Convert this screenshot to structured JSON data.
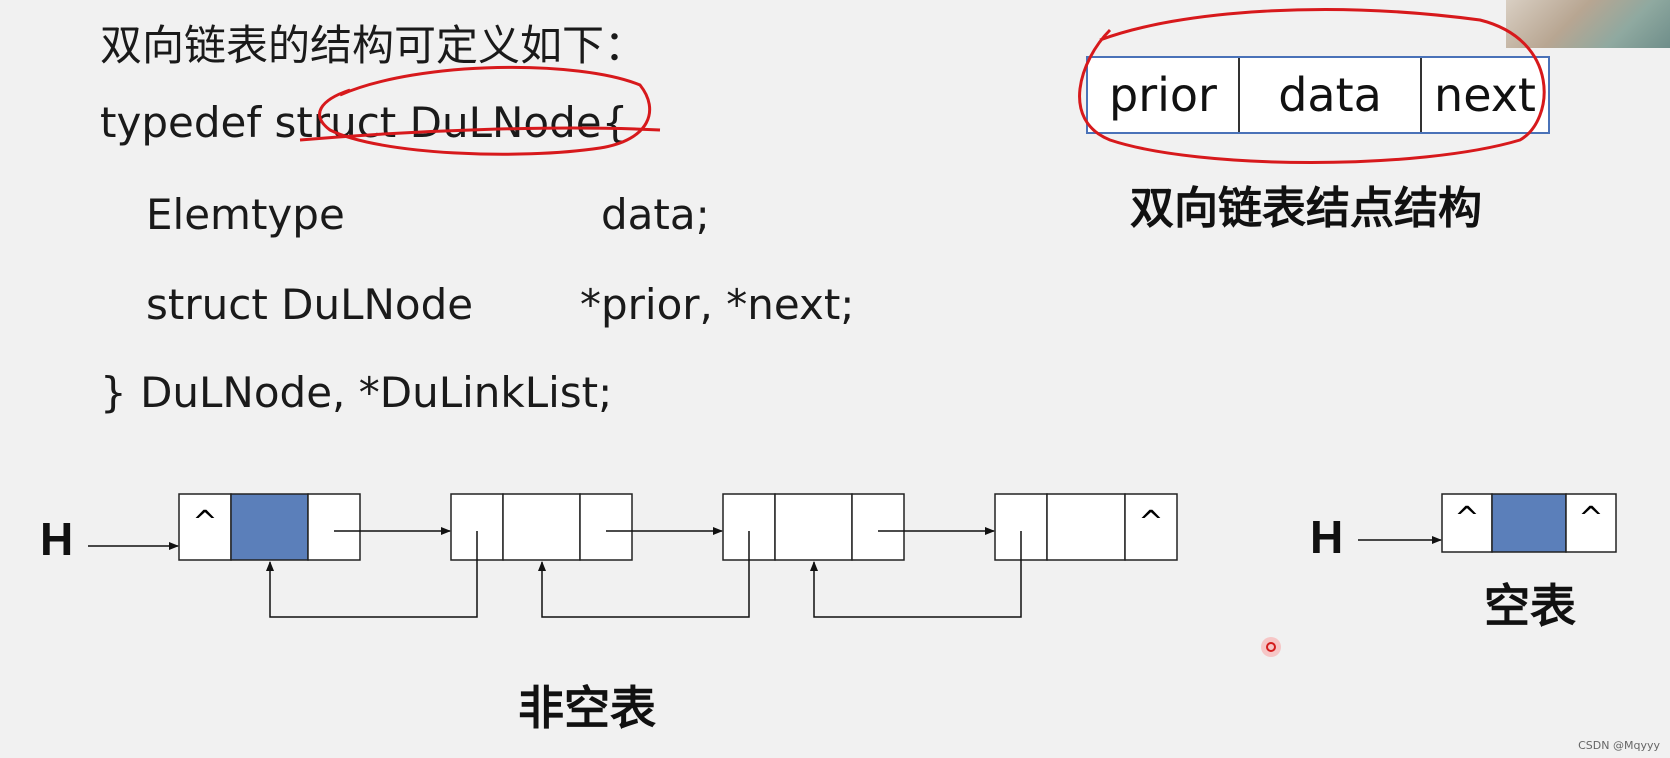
{
  "title": "双向链表的结构可定义如下：",
  "code": {
    "line1": "typedef struct DuLNode{",
    "line2_type": "Elemtype",
    "line2_field": "data;",
    "line3_type": "struct DuLNode",
    "line3_field": "*prior, *next;",
    "line4": "} DuLNode, *DuLinkList;"
  },
  "node_structure": {
    "fields": [
      "prior",
      "data",
      "next"
    ],
    "caption": "双向链表结点结构"
  },
  "nonempty_list": {
    "head_label": "H",
    "null_symbol": "^",
    "caption": "非空表"
  },
  "empty_list": {
    "head_label": "H",
    "null_symbol": "^",
    "caption": "空表"
  },
  "watermark": "CSDN @Mqyyy",
  "colors": {
    "head_node_fill": "#5b7fba",
    "annotation_red": "#d7191c",
    "box_border": "#4a72b8"
  }
}
